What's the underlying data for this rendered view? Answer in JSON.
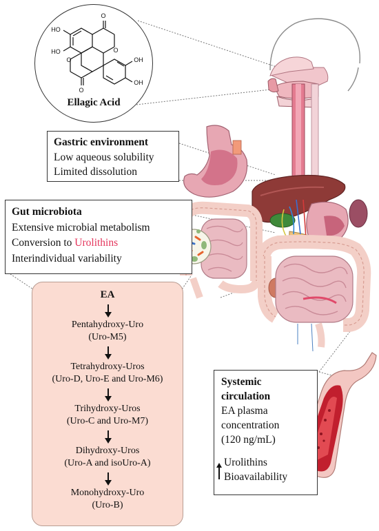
{
  "ellagic_acid": {
    "name": "Ellagic Acid",
    "substituents": [
      "HO",
      "HO",
      "OH",
      "OH"
    ],
    "ring_oxygens": [
      "O",
      "O",
      "O",
      "O"
    ]
  },
  "gastric": {
    "title": "Gastric environment",
    "lines": [
      "Low aqueous solubility",
      "Limited dissolution"
    ]
  },
  "gut": {
    "title": "Gut microbiota",
    "line1": "Extensive microbial metabolism",
    "line2_prefix": "Conversion to ",
    "line2_highlight": "Urolithins",
    "line3": "Interindividual variability",
    "highlight_color": "#e4335a"
  },
  "pathway": {
    "start": "EA",
    "steps": [
      {
        "name": "Pentahydroxy-Uro",
        "detail": "(Uro-M5)"
      },
      {
        "name": "Tetrahydroxy-Uros",
        "detail": "(Uro-D, Uro-E and Uro-M6)"
      },
      {
        "name": "Trihydroxy-Uros",
        "detail": "(Uro-C and Uro-M7)"
      },
      {
        "name": "Dihydroxy-Uros",
        "detail": "(Uro-A and isoUro-A)"
      },
      {
        "name": "Monohydroxy-Uro",
        "detail": "(Uro-B)"
      }
    ],
    "background": "#fbdcd2"
  },
  "systemic": {
    "title_line1": "Systemic",
    "title_line2": "circulation",
    "lines": [
      "EA plasma",
      "concentration",
      "(120 ng/mL)"
    ],
    "increase_lines": [
      "Urolithins",
      "Bioavailability"
    ]
  }
}
